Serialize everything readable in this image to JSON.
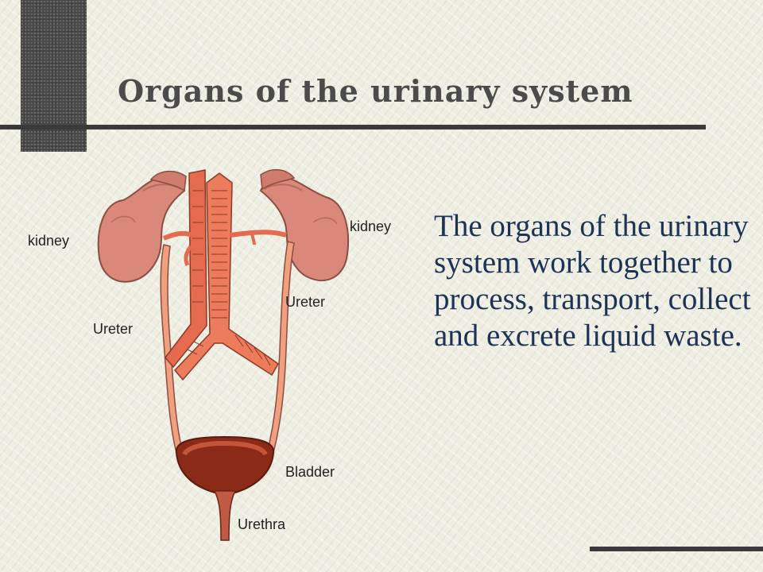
{
  "slide": {
    "title": "Organs of the urinary system",
    "body": "The organs of the urinary system work together to process, transport, collect and excrete liquid waste."
  },
  "diagram": {
    "labels": {
      "kidney_left": "kidney",
      "kidney_right": "kidney",
      "ureter_left": "Ureter",
      "ureter_right": "Ureter",
      "bladder": "Bladder",
      "urethra": "Urethra"
    }
  },
  "colors": {
    "title": "#4b4b4b",
    "body_text": "#1c3356",
    "kidney": "#d9887a",
    "vessel": "#e8735a",
    "bladder": "#8c2a18",
    "rule": "#3a3a3a"
  }
}
